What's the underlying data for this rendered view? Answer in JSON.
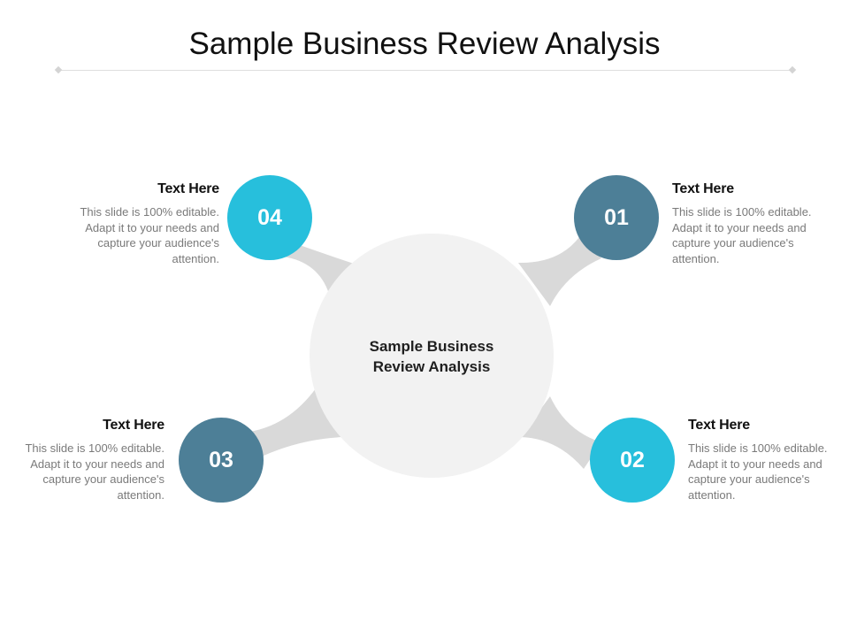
{
  "title": "Sample Business Review Analysis",
  "center": {
    "line1": "Sample Business",
    "line2": "Review Analysis"
  },
  "colors": {
    "teal_bright": "#27bfdc",
    "slate_blue": "#4d7f97",
    "hub_fill": "#f2f2f2",
    "connector": "#d9d9d9"
  },
  "nodes": [
    {
      "number": "01",
      "heading": "Text Here",
      "body": "This slide is 100% editable. Adapt it to your needs and capture your audience's attention.",
      "color": "#4d7f97"
    },
    {
      "number": "02",
      "heading": "Text Here",
      "body": "This slide is 100% editable. Adapt it to your needs and capture your audience's attention.",
      "color": "#27bfdc"
    },
    {
      "number": "03",
      "heading": "Text Here",
      "body": "This slide is 100% editable. Adapt it to your needs and capture your audience's attention.",
      "color": "#4d7f97"
    },
    {
      "number": "04",
      "heading": "Text Here",
      "body": "This slide is 100% editable. Adapt it to your needs and capture your audience's attention.",
      "color": "#27bfdc"
    }
  ]
}
